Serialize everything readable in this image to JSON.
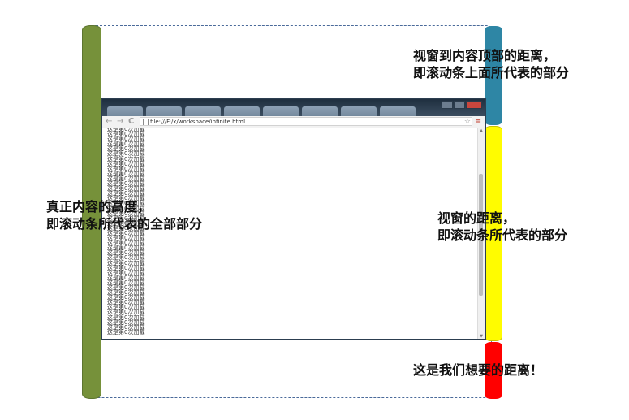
{
  "browser": {
    "url": "file:///F:/x/workspace/infinite.html",
    "nav_back": "←",
    "nav_forward": "→",
    "nav_reload": "C",
    "star_icon": "☆",
    "menu_icon": "≡",
    "page_lines": [
      "这是第0次加载",
      "这是第0次加载",
      "这是第0次加载",
      "这是第0次加载",
      "这是第0次加载",
      "这是第0次加载",
      "这是第0次加载",
      "这是第0次加载",
      "这是第0次加载",
      "这是第0次加载",
      "这是第0次加载",
      "这是第0次加载",
      "这是第0次加载",
      "这是第0次加载",
      "这是第0次加载",
      "这是第0次加载",
      "这是第0次加载",
      "这是第0次加载",
      "这是第0次加载",
      "这是第0次加载",
      "这是第0次加载",
      "这是第0次加载",
      "这是第0次加载",
      "这是第0次加载",
      "这是第0次加载",
      "这是第0次加载",
      "这是第0次加载",
      "这是第0次加载",
      "这是第0次加载",
      "这是第0次加载",
      "这是第0次加载",
      "这是第0次加载",
      "这是第0次加载",
      "这是第0次加载",
      "这是第0次加载",
      "这是第0次加载",
      "这是第0次加载",
      "这是第0次加载",
      "这是第0次加载",
      "这是第0次加载",
      "这是第0次加载",
      "这是第0次加载"
    ]
  },
  "annotations": {
    "top": [
      "视窗到内容顶部的距离，",
      "即滚动条上面所代表的部分"
    ],
    "total": [
      "真正内容的高度，",
      "即滚动条所代表的全部部分"
    ],
    "viewport": [
      "视窗的距离，",
      "即滚动条所代表的部分"
    ],
    "target": "这是我们想要的距离！"
  },
  "colors": {
    "total_bar": "#76913a",
    "top_bar": "#2e86a5",
    "viewport_bar": "#fffc00",
    "target_bar": "#ff0000",
    "outline": "#4a6a9a"
  }
}
